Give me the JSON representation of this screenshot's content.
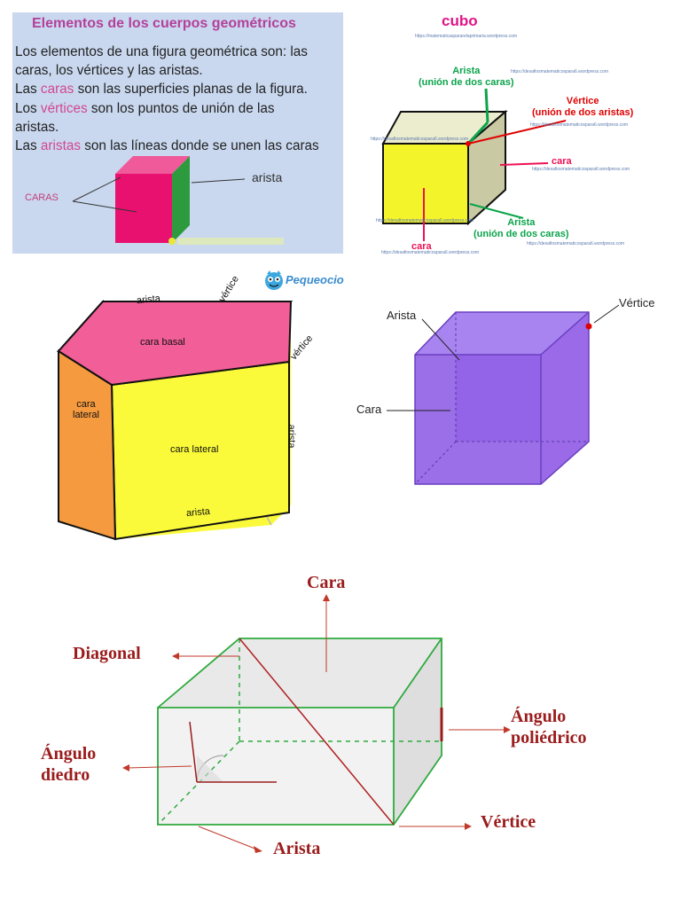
{
  "panel1": {
    "title": "Elementos de los cuerpos geométricos",
    "lines": [
      {
        "pre": "Los elementos de una figura geométrica son: las",
        "hl": "",
        "post": ""
      },
      {
        "pre": "caras, los vértices y las aristas.",
        "hl": "",
        "post": ""
      },
      {
        "pre": "Las ",
        "hl": "caras",
        "post": " son las superficies planas de la figura."
      },
      {
        "pre": "Los ",
        "hl": "vértices",
        "post": " son los puntos de unión de las"
      },
      {
        "pre": "aristas.",
        "hl": "",
        "post": ""
      },
      {
        "pre": "Las ",
        "hl": "aristas",
        "post": " son las líneas donde se unen las caras"
      }
    ],
    "caras_label": "CARAS",
    "arista_label": "arista",
    "colors": {
      "face": "#e8116f",
      "side": "#2e9a3e",
      "title": "#b3409a",
      "bg": "#c9d8ef"
    }
  },
  "panel2": {
    "title": "cubo",
    "title_url": "https://matematicaspararelaprimaria.wordpress.com",
    "arista_top": {
      "line1": "Arista",
      "line2": "(unión de dos caras)"
    },
    "vertice": {
      "line1": "Vértice",
      "line2": "(unión de dos aristas)"
    },
    "cara_right": "cara",
    "arista_bottom": {
      "line1": "Arista",
      "line2": "(unión de dos caras)"
    },
    "cara_bottom": "cara",
    "watermark": "https://desafiosmatematicospara6.wordpress.com",
    "colors": {
      "front": "#f4f42a",
      "side": "#c9c9a3",
      "top": "#ececcf",
      "green": "#0aa44a",
      "red": "#e00000",
      "pink": "#ee1155"
    }
  },
  "panel3": {
    "brand": "Pequeocio",
    "labels": {
      "arista_top": "arista",
      "vertice_top": "vértice",
      "vertice_right": "vértice",
      "cara_basal": "cara basal",
      "cara_lateral_left": "cara\nlateral",
      "cara_lateral_front": "cara lateral",
      "arista_right": "arista",
      "arista_bottom": "arista"
    },
    "colors": {
      "top": "#f25e97",
      "front": "#fafa3a",
      "left": "#f59a3f"
    }
  },
  "panel4": {
    "labels": {
      "vertice": "Vértice",
      "arista": "Arista",
      "cara": "Cara"
    },
    "colors": {
      "face": "#8f5fe6",
      "vertex": "#e00000"
    }
  },
  "panel5": {
    "labels": {
      "cara": "Cara",
      "diagonal": "Diagonal",
      "angulo_poliedrico": "Ángulo\npoliédrico",
      "angulo_diedro": "Ángulo\ndiedro",
      "vertice": "Vértice",
      "arista": "Arista"
    },
    "colors": {
      "label": "#9b1c1c",
      "edge": "#2eaa3e",
      "diagonal": "#b02020",
      "face": "#efefef"
    }
  }
}
